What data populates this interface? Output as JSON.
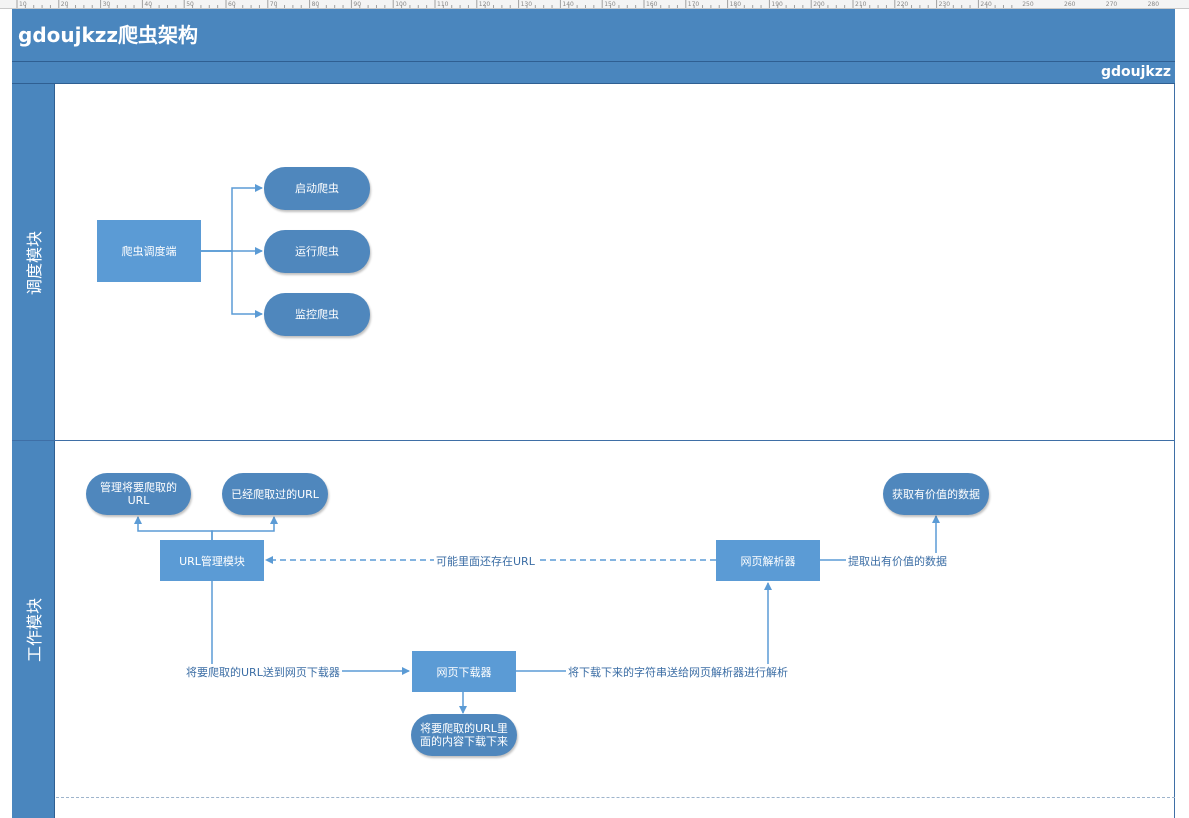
{
  "header": {
    "title": "gdoujkzz爬虫架构",
    "author": "gdoujkzz"
  },
  "ruler": {
    "ticks": [
      "10",
      "20",
      "30",
      "40",
      "50",
      "60",
      "70",
      "80",
      "90",
      "100",
      "110",
      "120",
      "130",
      "140",
      "150",
      "160",
      "170",
      "180",
      "190",
      "200",
      "210",
      "220",
      "230",
      "240",
      "250",
      "260",
      "270",
      "280"
    ]
  },
  "lanes": {
    "schedule": "调度模块",
    "work": "工作模块"
  },
  "schedule": {
    "scheduler": "爬虫调度端",
    "start": "启动爬虫",
    "run": "运行爬虫",
    "monitor": "监控爬虫"
  },
  "work": {
    "url_manager": "URL管理模块",
    "manage_urls": "管理将要爬取的URL",
    "crawled_urls": "已经爬取过的URL",
    "downloader": "网页下载器",
    "download_content": "将要爬取的URL里面的内容下载下来",
    "parser": "网页解析器",
    "valuable_data": "获取有价值的数据"
  },
  "edges": {
    "maybe_url": "可能里面还存在URL",
    "send_url": "将要爬取的URL送到网页下载器",
    "send_string": "将下载下来的字符串送给网页解析器进行解析",
    "extract_data": "提取出有价值的数据"
  },
  "colors": {
    "lane": "#4a86be",
    "node": "#5b9bd5",
    "pill": "#4f87bd",
    "line": "#5b9bd5"
  }
}
